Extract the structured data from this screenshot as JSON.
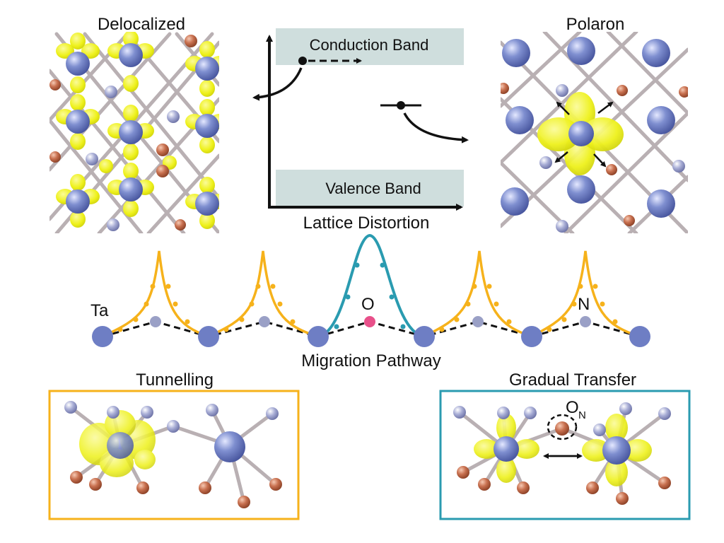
{
  "panels": {
    "delocalized_title": "Delocalized",
    "polaron_title": "Polaron"
  },
  "band_diagram": {
    "conduction_band": "Conduction Band",
    "valence_band": "Valence Band",
    "axis_label": "Lattice Distortion"
  },
  "pathway": {
    "label": "Migration Pathway",
    "atom_ta": "Ta",
    "atom_o": "O",
    "atom_n": "N"
  },
  "insets": {
    "tunnelling_title": "Tunnelling",
    "gradual_title": "Gradual Transfer",
    "on_label": "O",
    "on_sub": "N"
  },
  "colors": {
    "orange_path": "#f6b21b",
    "teal_path": "#2a9bb0",
    "ta_atom": "#6e7ec4",
    "n_atom": "#9aa0c6",
    "o_atom": "#e8508a",
    "copper_atom": "#c8704f",
    "orbital_yellow": "#f2ef1a",
    "band_fill": "#cfdedd"
  }
}
